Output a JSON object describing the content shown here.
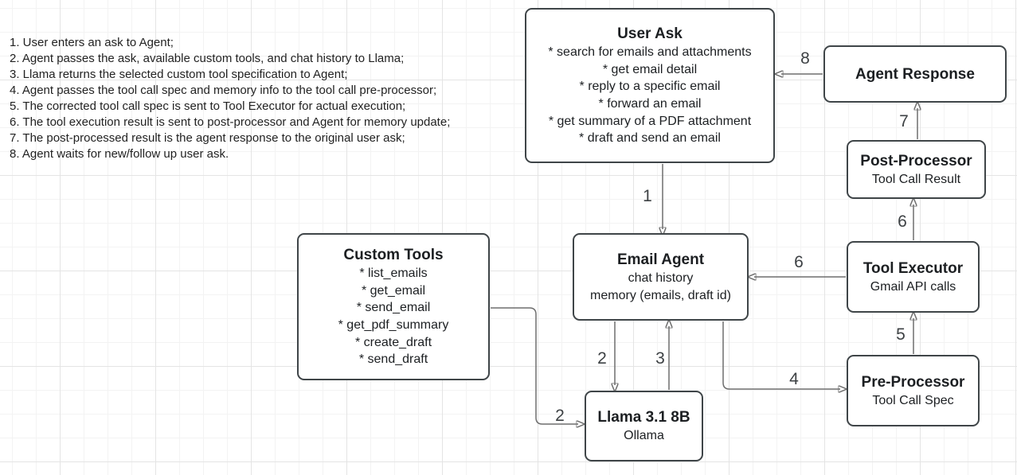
{
  "process_steps": {
    "items": [
      "1. User enters an ask to Agent;",
      "2. Agent passes the ask, available custom tools, and chat history to Llama;",
      "3. Llama returns the selected custom tool specification to Agent;",
      "4. Agent passes the tool call spec and memory info to the tool call pre-processor;",
      "5. The corrected tool call spec is sent to Tool Executor for actual execution;",
      "6. The tool execution result is sent to post-processor and Agent for memory update;",
      "7. The post-processed result is the agent response to the original user ask;",
      "8. Agent waits for new/follow up user ask."
    ]
  },
  "boxes": {
    "user_ask": {
      "title": "User Ask",
      "lines": [
        "* search for emails and attachments",
        "* get email detail",
        "* reply to a specific email",
        "* forward an email",
        "* get summary of a PDF attachment",
        "* draft and send an email"
      ]
    },
    "agent_response": {
      "title": "Agent Response"
    },
    "post_processor": {
      "title": "Post-Processor",
      "subtitle": "Tool Call Result"
    },
    "tool_executor": {
      "title": "Tool Executor",
      "subtitle": "Gmail API calls"
    },
    "pre_processor": {
      "title": "Pre-Processor",
      "subtitle": "Tool Call Spec"
    },
    "email_agent": {
      "title": "Email Agent",
      "lines": [
        "chat history",
        "memory (emails, draft id)"
      ]
    },
    "custom_tools": {
      "title": "Custom Tools",
      "lines": [
        "* list_emails",
        "* get_email",
        "* send_email",
        "* get_pdf_summary",
        "* create_draft",
        "* send_draft"
      ]
    },
    "llama": {
      "title": "Llama 3.1 8B",
      "subtitle": "Ollama"
    }
  },
  "edges": {
    "e1": {
      "label": "1"
    },
    "e2a": {
      "label": "2"
    },
    "e2b": {
      "label": "2"
    },
    "e3": {
      "label": "3"
    },
    "e4": {
      "label": "4"
    },
    "e5": {
      "label": "5"
    },
    "e6a": {
      "label": "6"
    },
    "e6b": {
      "label": "6"
    },
    "e7": {
      "label": "7"
    },
    "e8": {
      "label": "8"
    }
  },
  "colors": {
    "node_border": "#3f4548",
    "edge_stroke": "#6e6e6e",
    "arrowhead": "#4a4f53",
    "grid_minor": "#f3f3f3",
    "grid_major": "#e4e4e4",
    "background": "#ffffff"
  }
}
